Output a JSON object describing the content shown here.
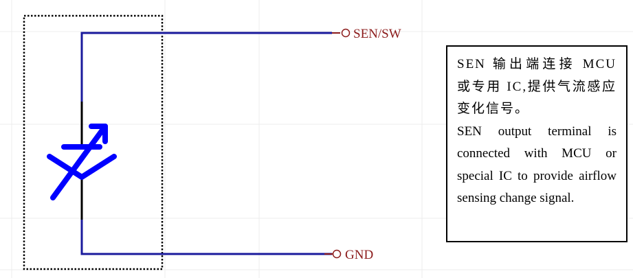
{
  "pins": {
    "top_label": "SEN/SW",
    "bottom_label": "GND"
  },
  "note": {
    "zh": "SEN 输出端连接 MCU 或专用 IC,提供气流感应变化信号。",
    "en": "SEN output terminal is connected with MCU or special IC to provide airflow sensing change signal."
  },
  "colors": {
    "wire": "#1a1a9c",
    "component": "#0000ff",
    "pin_label": "#8b1a1a",
    "grid": "#ececec",
    "outline": "#000000"
  }
}
